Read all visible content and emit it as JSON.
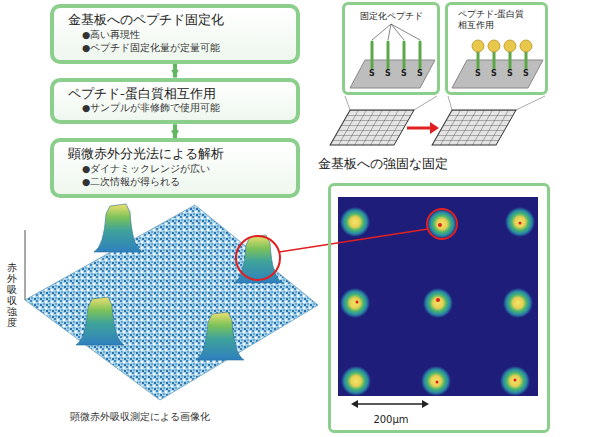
{
  "diagram": {
    "nodes": [
      {
        "text": [
          "金基板へのペプチド固定化",
          "●高い再現性",
          "●ペプチド固定化量が定量可能"
        ]
      },
      {
        "text": [
          "ペプチド-蛋白質相互作用",
          "●サンプルが非修飾で使用可能"
        ]
      },
      {
        "text": [
          "顕微赤外分光法による解析",
          "●ダイナミックレンジが広い",
          "●二次情報が得られる"
        ]
      },
      {
        "text": [
          "固定化ペプチド"
        ]
      },
      {
        "text": [
          "ペプチド-蛋白質 相互作用"
        ]
      },
      {
        "text": [
          "200μm"
        ]
      }
    ],
    "edges": [
      {
        "from": 0,
        "to": 1,
        "arrow": "to"
      },
      {
        "from": 1,
        "to": 2,
        "arrow": "to"
      }
    ],
    "labels": [
      "S",
      "S",
      "S",
      "S",
      "S",
      "S",
      "S",
      "S",
      "金基板への強固な固定",
      "赤外吸収強度",
      "顕微赤外吸収測定による画像化"
    ]
  }
}
